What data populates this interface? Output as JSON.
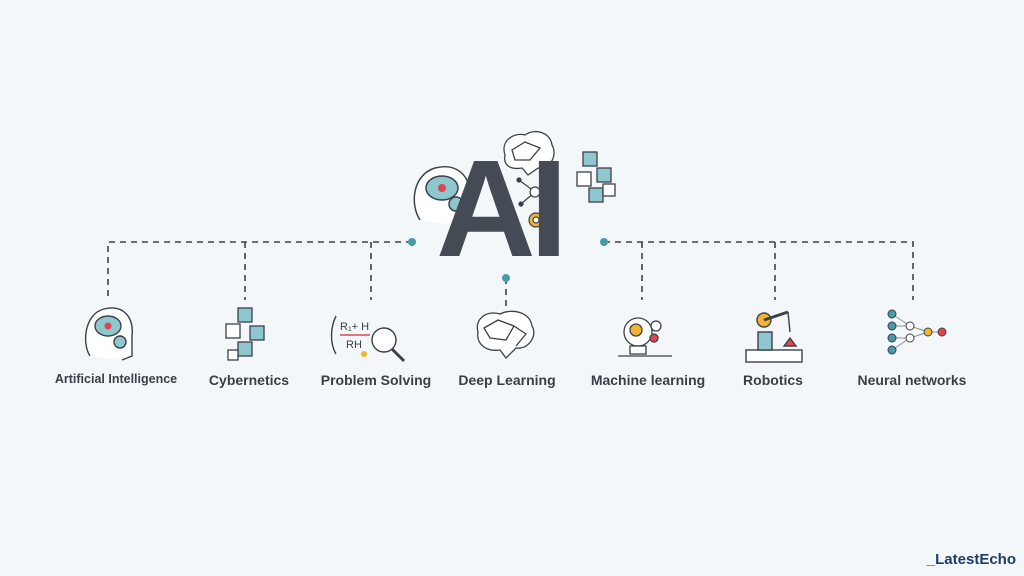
{
  "center": {
    "title": "AI"
  },
  "topics": [
    {
      "label": "Artificial Intelligence",
      "icon": "head-brain-icon"
    },
    {
      "label": "Cybernetics",
      "icon": "cubes-network-icon"
    },
    {
      "label": "Problem Solving",
      "icon": "magnifier-formula-icon"
    },
    {
      "label": "Deep Learning",
      "icon": "polygon-brain-icon"
    },
    {
      "label": "Machine learning",
      "icon": "lightbulb-gears-icon"
    },
    {
      "label": "Robotics",
      "icon": "robot-arm-icon"
    },
    {
      "label": "Neural networks",
      "icon": "neural-graph-icon"
    }
  ],
  "brand": "_LatestEcho",
  "colors": {
    "teal": "#4a9aa6",
    "dark": "#454b55",
    "accent": "#e0464f",
    "gold": "#f2b531"
  }
}
